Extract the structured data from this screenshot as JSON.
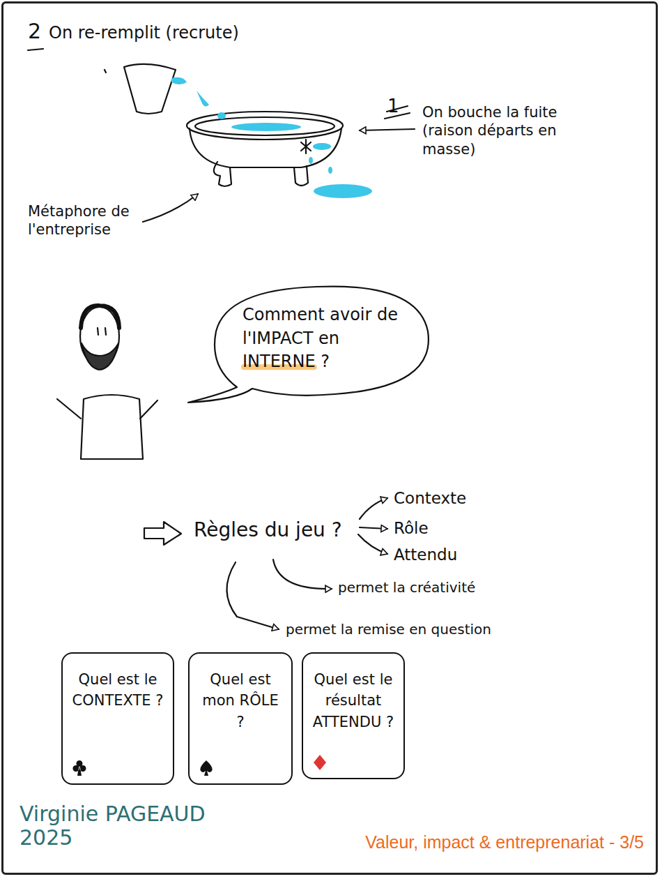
{
  "diagram": {
    "nodes": [
      {
        "text": [
          "Comment avoir de l'IMPACT en INTERNE ?"
        ]
      },
      {
        "text": [
          "Quel est le CONTEXTE ?"
        ]
      },
      {
        "text": [
          "Quel est mon RÔLE ?"
        ]
      },
      {
        "text": [
          "Quel est le résultat ATTENDU ?"
        ]
      }
    ],
    "labels": [
      "2",
      "On re-remplit (recrute)",
      "1",
      "On bouche la fuite (raison départs en masse)",
      "Métaphore de l'entreprise",
      "Règles du jeu ?",
      "Contexte",
      "Rôle",
      "Attendu",
      "permet la créativité",
      "permet la remise en question",
      "Virginie PAGEAUD",
      "2025",
      "Valeur, impact & entreprenariat - 3/5"
    ]
  }
}
